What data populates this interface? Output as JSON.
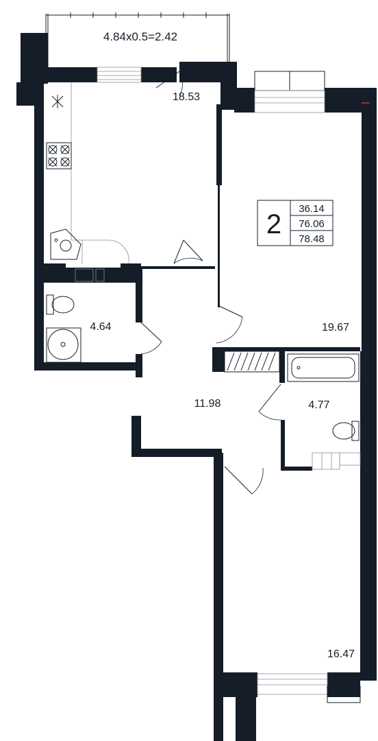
{
  "balcony": {
    "area_label": "4.84x0.5=2.42"
  },
  "rooms": {
    "kitchen": "18.53",
    "room_upper": "19.67",
    "bathroom_left": "4.64",
    "hall": "11.98",
    "bathroom_right": "4.77",
    "room_lower": "16.47"
  },
  "summary": {
    "room_count": "2",
    "living_area": "36.14",
    "total_area": "76.06",
    "total_with_balcony": "78.48"
  },
  "colors": {
    "wall": "#141d28",
    "accent": "#c0392b"
  }
}
